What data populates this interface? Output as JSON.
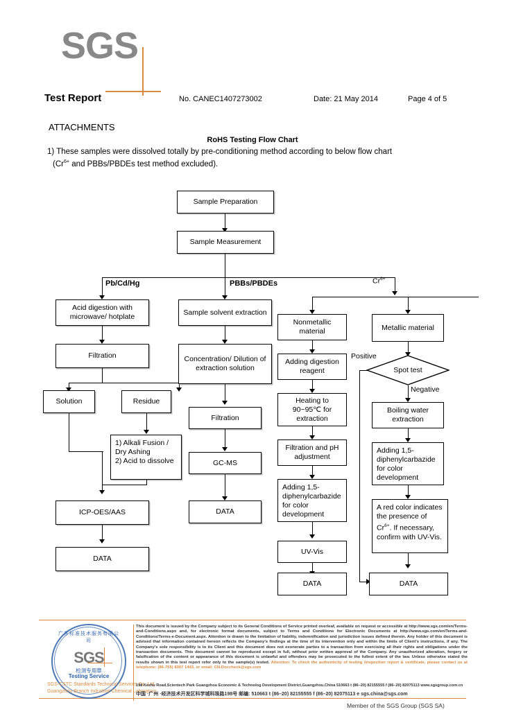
{
  "logo": {
    "text": "SGS"
  },
  "header": {
    "title": "Test Report",
    "report_no": "No. CANEC1407273002",
    "date": "Date: 21 May 2014",
    "page": "Page 4 of 5"
  },
  "attachments_heading": "ATTACHMENTS",
  "flow_chart_title": "RoHS Testing Flow Chart",
  "note_line1": "1) These samples were dissolved totally by pre-conditioning method according to below flow chart",
  "note_line2_pre": "(Cr",
  "note_line2_sup": "6+",
  "note_line2_post": " and PBBs/PBDEs test method excluded).",
  "flow": {
    "nodes": {
      "sample_preparation": "Sample Preparation",
      "sample_measurement": "Sample Measurement",
      "acid_digestion": "Acid digestion with microwave/ hotplate",
      "filtration_left": "Filtration",
      "solution": "Solution",
      "residue": "Residue",
      "alkali_fusion": "1) Alkali Fusion / Dry Ashing\n2) Acid to dissolve",
      "icp_oes_aas": "ICP-OES/AAS",
      "data_left": "DATA",
      "sample_solvent": "Sample solvent extraction",
      "concentration": "Concentration/ Dilution of extraction solution",
      "filtration_mid": "Filtration",
      "gc_ms": "GC-MS",
      "data_mid": "DATA",
      "nonmetallic": "Nonmetallic material",
      "adding_digestion": "Adding digestion reagent",
      "heating": "Heating to 90~95℃ for extraction",
      "filtration_ph": "Filtration and pH adjustment",
      "adding_dpc_left": "Adding 1,5-diphenylcarbazide for color development",
      "uv_vis": "UV-Vis",
      "data_cr_nonmetal": "DATA",
      "metallic": "Metallic material",
      "spot_test": "Spot test",
      "boiling_water": "Boiling water extraction",
      "adding_dpc_right": "Adding 1,5-diphenylcarbazide for color development",
      "red_color_pre": "A red color indicates the presence of Cr",
      "red_color_sup": "6+",
      "red_color_post": ". If necessary, confirm with UV-Vis.",
      "data_cr_metal": "DATA"
    },
    "branch_labels": {
      "pb_cd_hg": "Pb/Cd/Hg",
      "pbbs_pbdes": "PBBs/PBDEs",
      "cr6_pre": "Cr",
      "cr6_sup": "6+"
    },
    "decision_labels": {
      "positive": "Positive",
      "negative": "Negative"
    }
  },
  "seal": {
    "arc_text": "广东标准技术服务有限公司",
    "sgs": "SGS",
    "cn": "检测专用章",
    "en": "Testing Service",
    "line1": "SGS-CSTC Standards Technical Services Co.,Ltd.",
    "line2": "Guangzhou Branch Industrial  Chemical Laboratory"
  },
  "footer": {
    "legal": "This document is issued by the Company subject to its General Conditions of Service printed overleaf, available on request or accessible at http://www.sgs.com/en/Terms-and-Conditions.aspx and, for electronic format documents, subject to Terms and Conditions for Electronic Documents at http://www.sgs.com/en/Terms-and-Conditions/Terms-e-Document.aspx. Attention is drawn to the limitation of liability, indemnification and jurisdiction issues defined therein. Any holder of this document is advised that information contained hereon reflects the Company's findings at the time of its intervention only and within the limits of Client's instructions, if any. The Company's sole responsibility is to its Client and this document does not exonerate parties to a transaction from exercising all their rights and obligations under the transaction documents. This document cannot be reproduced except in full, without prior written approval of the Company. Any unauthorized alteration, forgery or falsification of the content or appearance of this document is unlawful and offenders may be prosecuted to the fullest extent of the law. Unless otherwise stated the results shown in this test report refer only to the sample(s) tested.",
    "attention": "Attention: To check the authenticity of testing /inspection report & certificate, please contact us at telephone: (86-755) 8307 1443, or email: CN.Doccheck@sgs.com",
    "address_en": "198 Kezhu Road,Scientech Park Guangzhou Economic & Technolog Development District,Guangzhou,China   510663    t (86–20) 82155555    f (86–20) 82075113    www.sgsgroup.com.cn",
    "address_cn": "中国 ·广州 ·经济技术开发区科学城科珠路198号                邮编: 510663     t (86–20) 82155555     f (86–20) 82075113     e  sgs.china@sgs.com",
    "member": "Member of the SGS Group (SGS SA)"
  },
  "colors": {
    "accent": "#d98a40",
    "seal_blue": "#2b5fa8",
    "logo_gray": "#888888"
  }
}
